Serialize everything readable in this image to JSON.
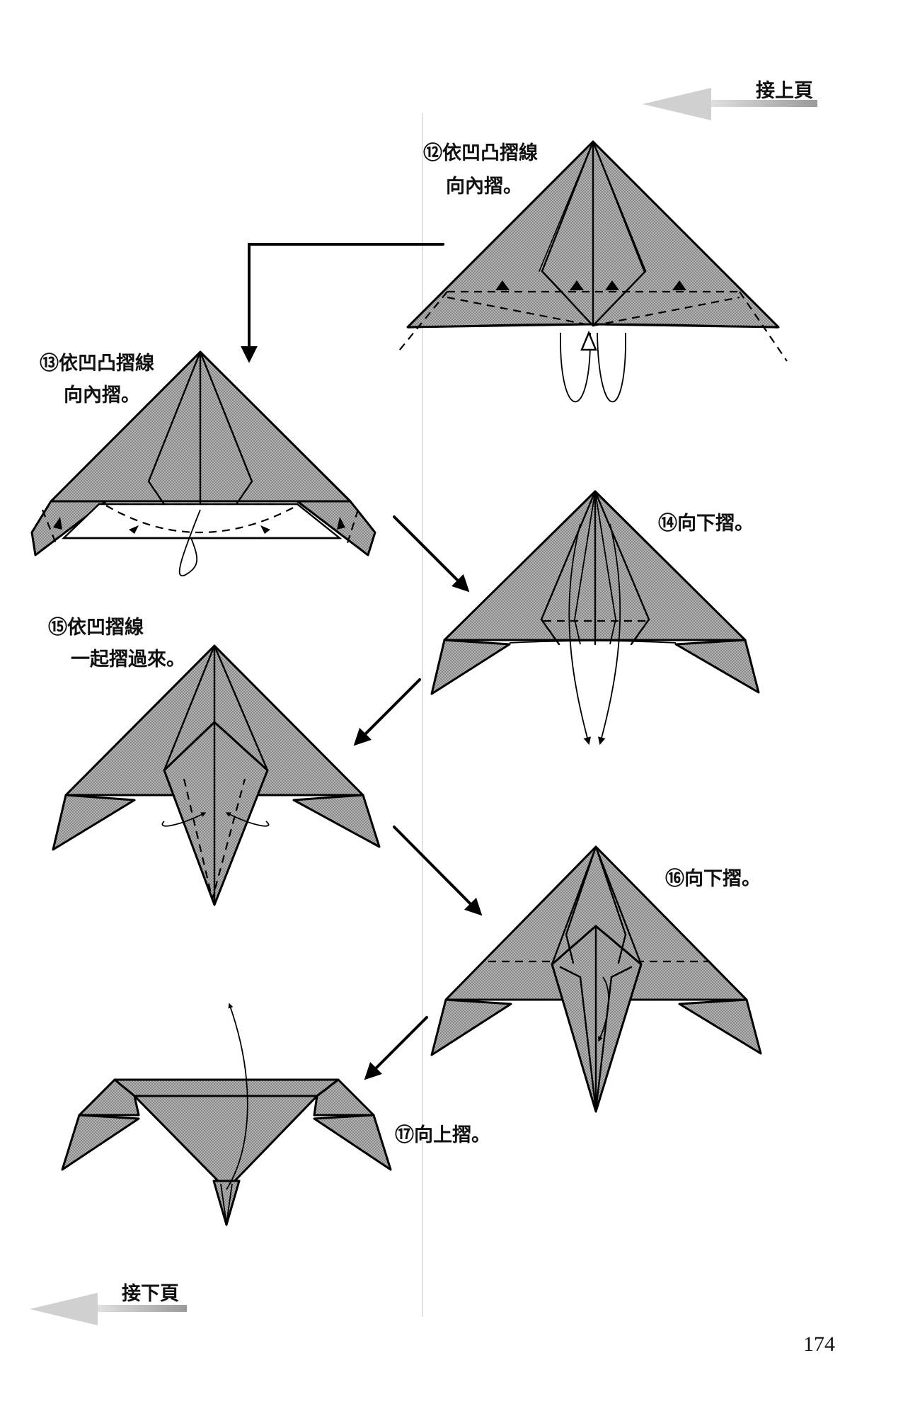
{
  "nav": {
    "continued_from": "接上頁",
    "continued_to": "接下頁",
    "page_number": "174"
  },
  "steps": [
    {
      "number": "⑫",
      "line1": "依凹凸摺線",
      "line2": "向內摺。"
    },
    {
      "number": "⑬",
      "line1": "依凹凸摺線",
      "line2": "向內摺。"
    },
    {
      "number": "⑭",
      "line1": "向下摺。"
    },
    {
      "number": "⑮",
      "line1": "依凹摺線",
      "line2": "一起摺過來。"
    },
    {
      "number": "⑯",
      "line1": "向下摺。"
    },
    {
      "number": "⑰",
      "line1": "向上摺。"
    }
  ],
  "colors": {
    "paper": "#a8a8a8",
    "ink": "#000000",
    "arrow_gray": "#c4c4c4"
  }
}
